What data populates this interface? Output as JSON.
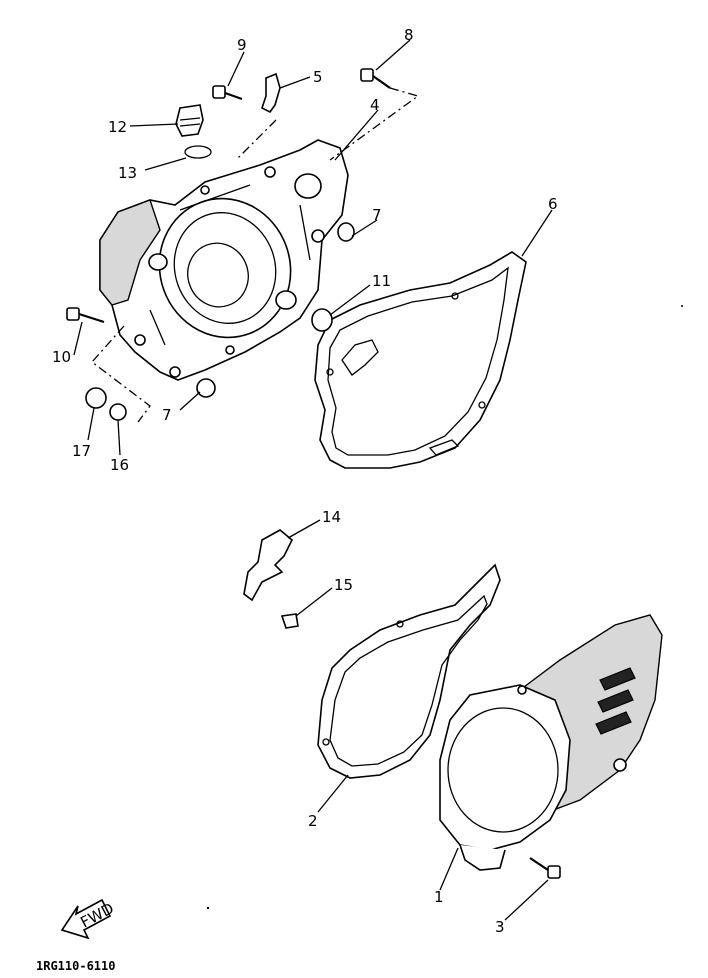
{
  "diagram_code": "1RG110-6110",
  "fwd_label": "FWD",
  "parts": {
    "p1": "1",
    "p2": "2",
    "p3": "3",
    "p4": "4",
    "p5": "5",
    "p6": "6",
    "p7a": "7",
    "p7b": "7",
    "p8": "8",
    "p9": "9",
    "p10": "10",
    "p11": "11",
    "p12": "12",
    "p13": "13",
    "p14": "14",
    "p15": "15",
    "p16": "16",
    "p17": "17"
  }
}
